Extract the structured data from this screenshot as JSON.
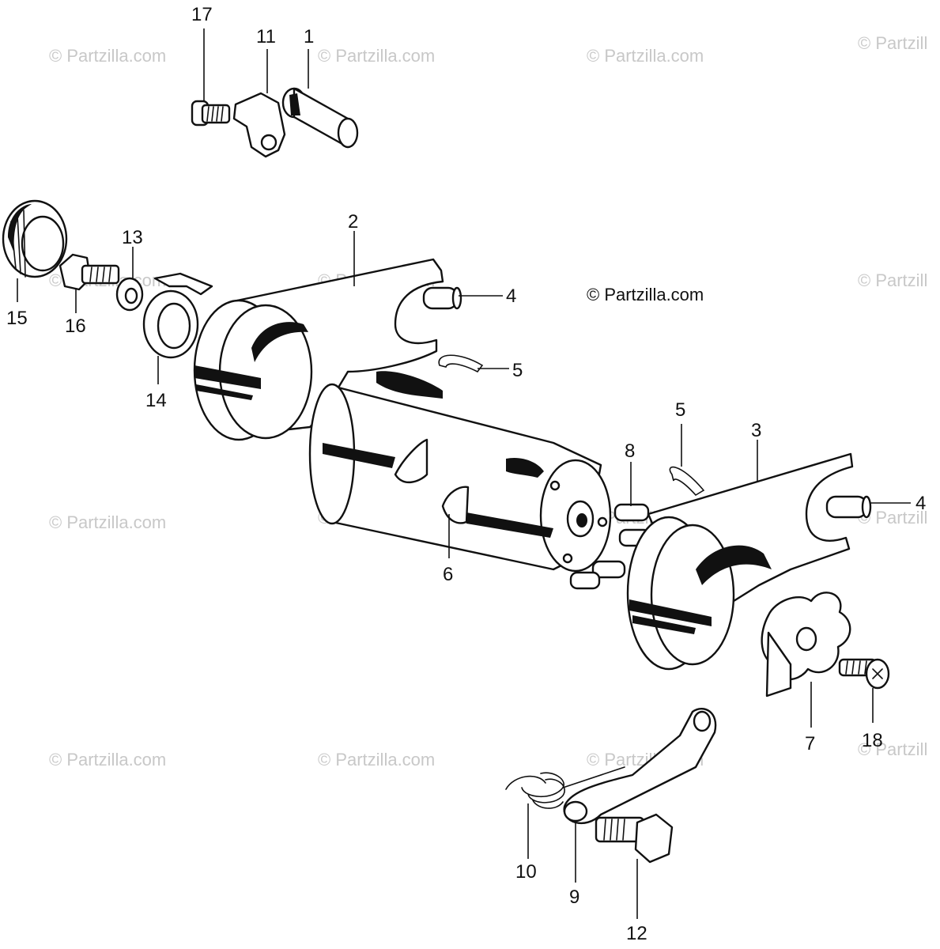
{
  "copyright_notice": "© Partzilla.com",
  "watermark_text": "© Partzilla.com",
  "watermark_truncated_text": "© Partzill",
  "callouts": {
    "c1": "1",
    "c2": "2",
    "c3": "3",
    "c4a": "4",
    "c4b": "4",
    "c5a": "5",
    "c5b": "5",
    "c6": "6",
    "c7": "7",
    "c8": "8",
    "c9": "9",
    "c10": "10",
    "c11": "11",
    "c12": "12",
    "c13": "13",
    "c14": "14",
    "c15": "15",
    "c16": "16",
    "c17": "17",
    "c18": "18"
  }
}
